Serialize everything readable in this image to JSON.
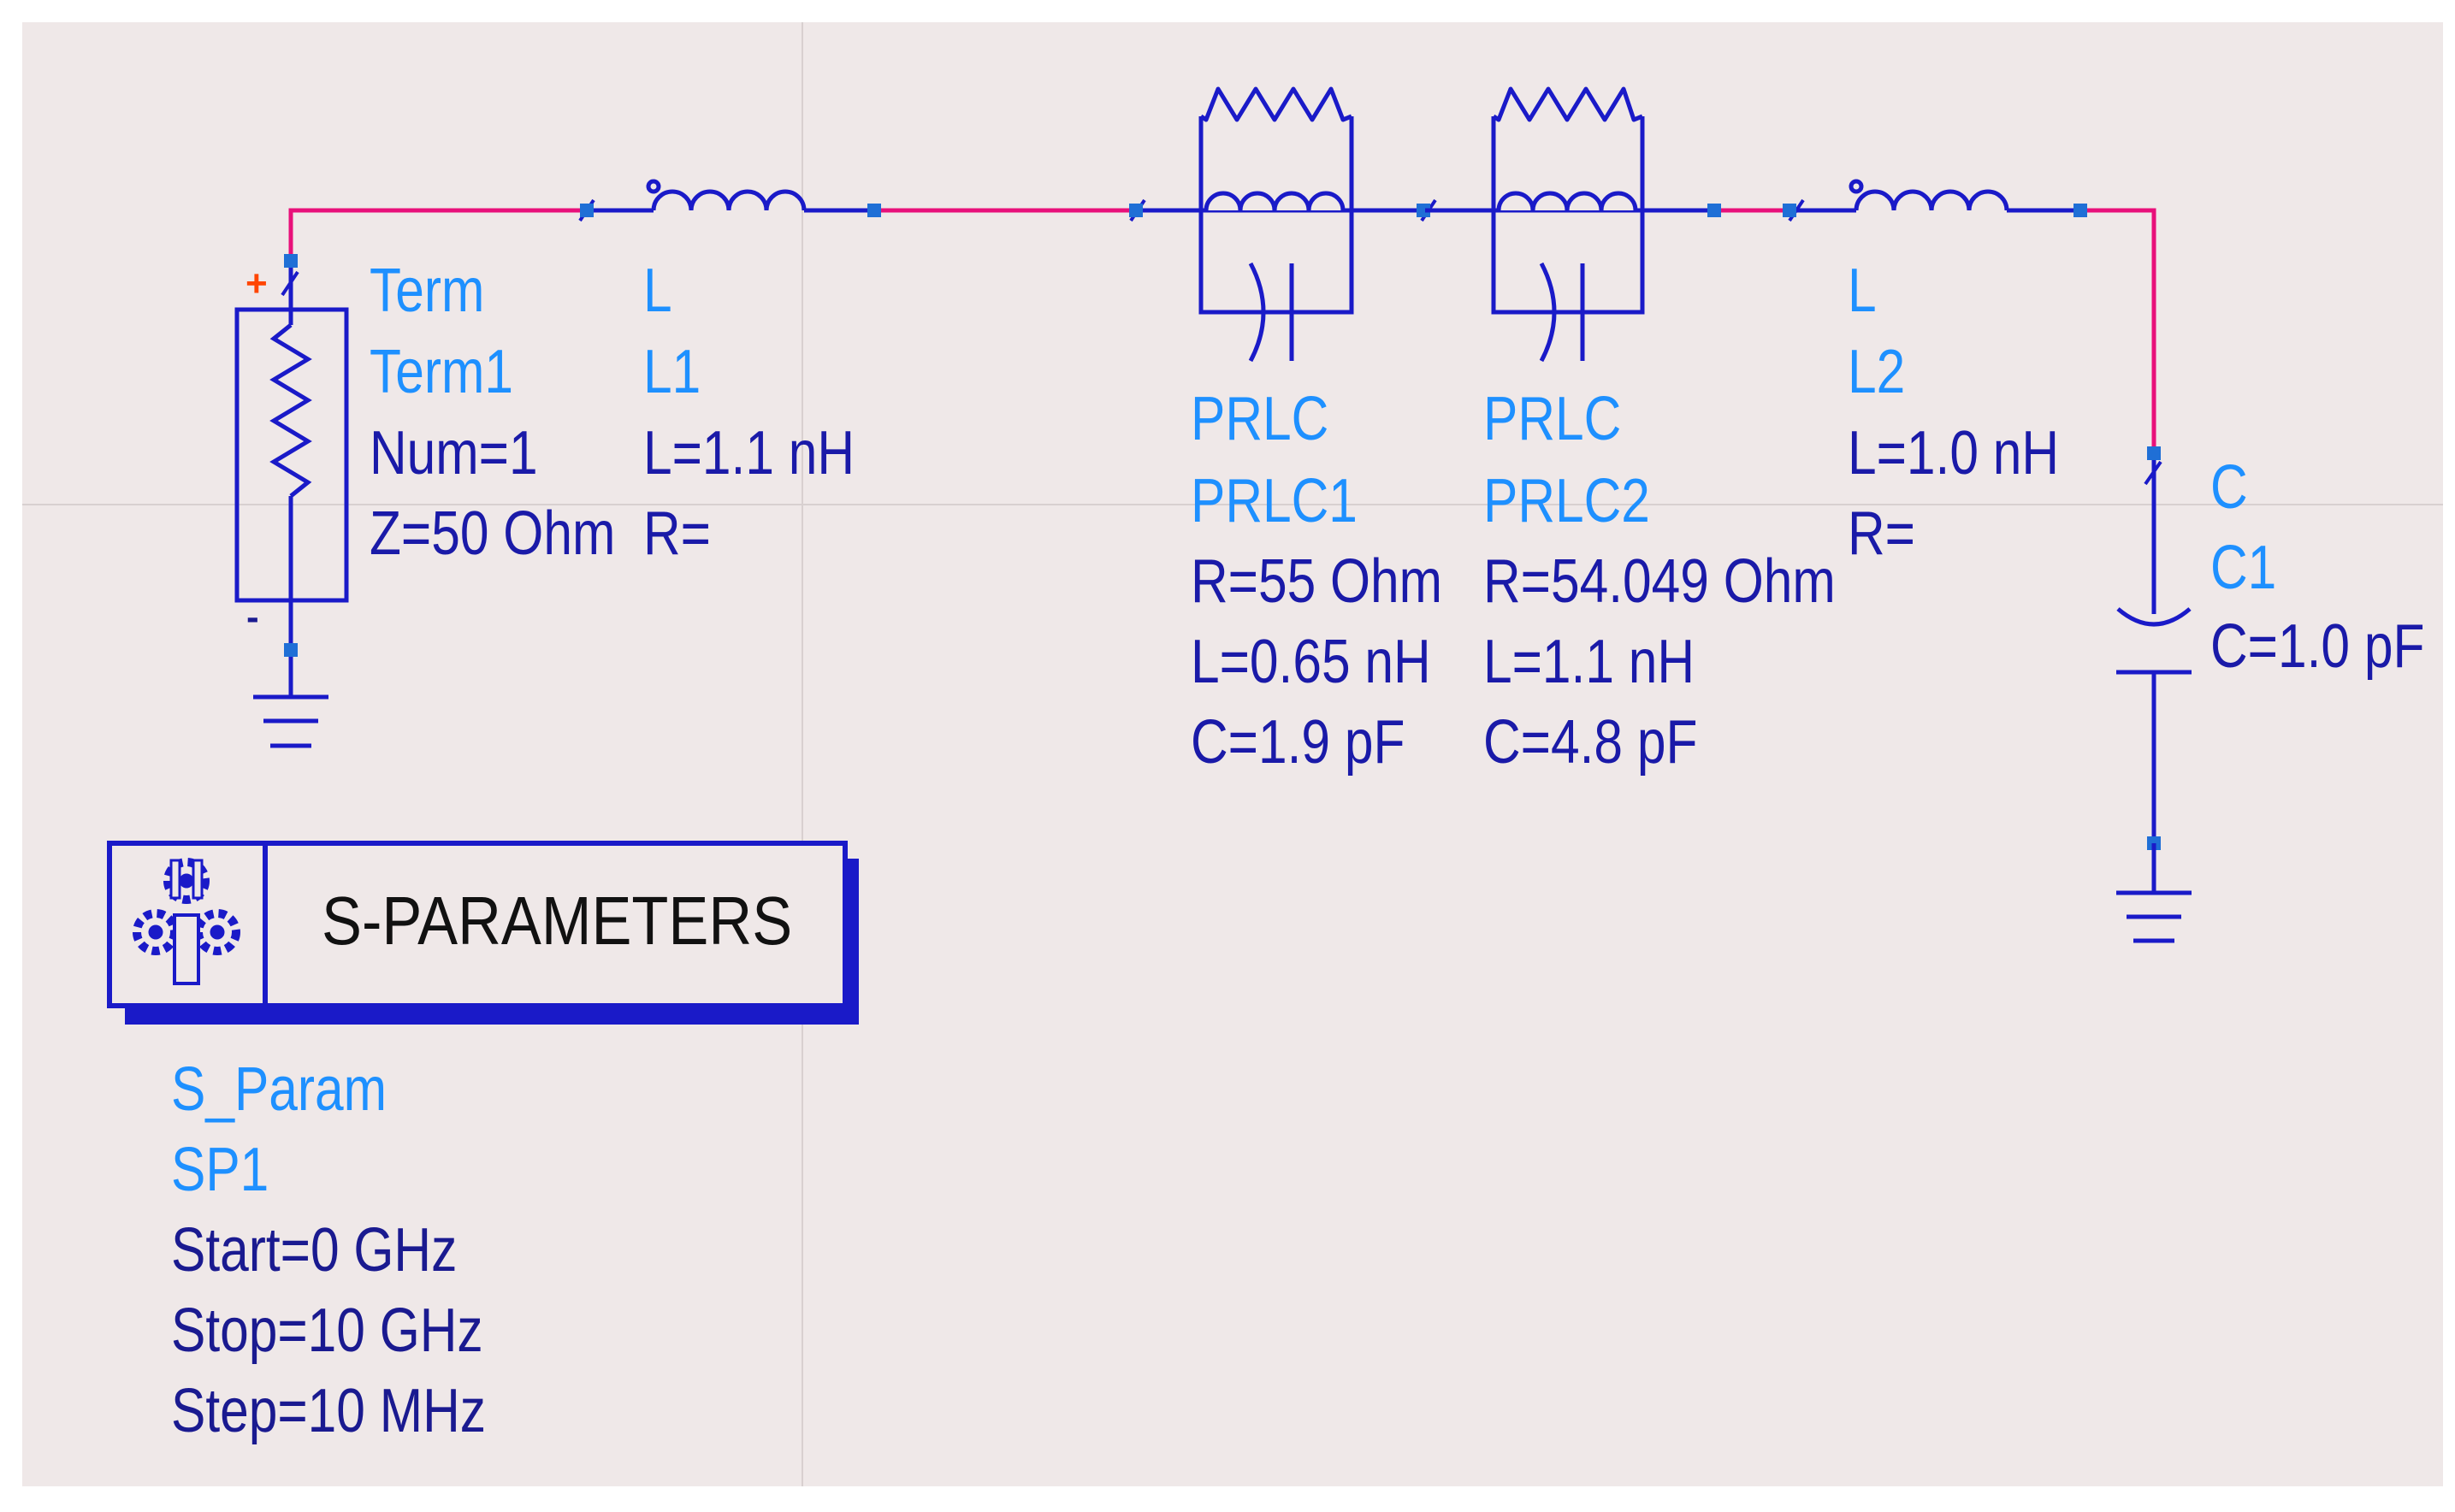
{
  "colors": {
    "canvas": "#efe8e8",
    "wire": "#e8107a",
    "component": "#1a1ac8",
    "pin": "#1f6fd6",
    "label_type": "#1e90ff",
    "label_param": "#1a1aa8",
    "plus_sign": "#ff4500"
  },
  "term": {
    "type": "Term",
    "id": "Term1",
    "params": [
      "Num=1",
      "Z=50 Ohm"
    ],
    "plus": "+",
    "minus": "-"
  },
  "l1": {
    "type": "L",
    "id": "L1",
    "params": [
      "L=1.1 nH",
      "R="
    ]
  },
  "prlc1": {
    "type": "PRLC",
    "id": "PRLC1",
    "params": [
      "R=55 Ohm",
      "L=0.65 nH",
      "C=1.9 pF"
    ]
  },
  "prlc2": {
    "type": "PRLC",
    "id": "PRLC2",
    "params": [
      "R=54.049 Ohm",
      "L=1.1 nH",
      "C=4.8 pF"
    ]
  },
  "l2": {
    "type": "L",
    "id": "L2",
    "params": [
      "L=1.0 nH",
      "R="
    ]
  },
  "c1": {
    "type": "C",
    "id": "C1",
    "params": [
      "C=1.0 pF"
    ]
  },
  "sparam": {
    "title": "S-PARAMETERS",
    "icon": "gear-cluster-icon",
    "type": "S_Param",
    "id": "SP1",
    "params": [
      "Start=0 GHz",
      "Stop=10 GHz",
      "Step=10 MHz"
    ]
  }
}
